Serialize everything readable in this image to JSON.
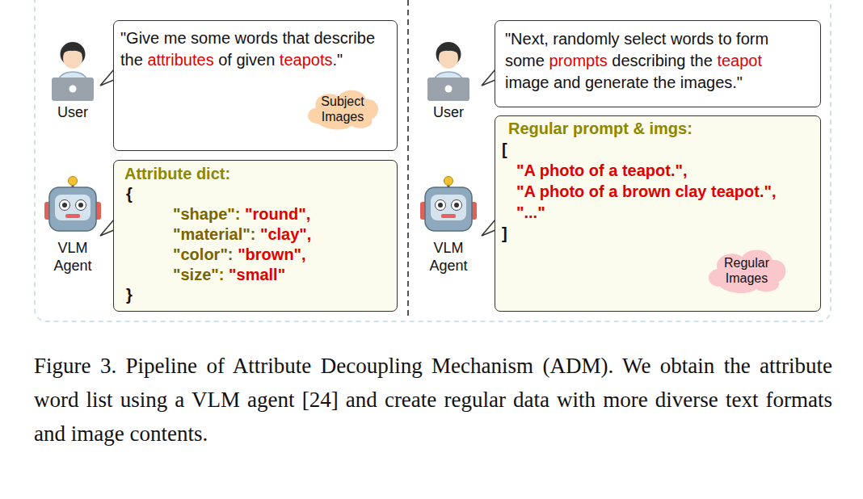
{
  "diagram": {
    "caption": "Figure 3. Pipeline of Attribute Decoupling Mechanism (ADM). We obtain the attribute word list using a VLM agent [24] and create regular data with more diverse text formats and image contents.",
    "nodes": [
      {
        "text": [
          "\"Give me some words that describe the",
          "attributes",
          "of given",
          "teapots",
          ".\""
        ]
      },
      {
        "text": [
          "Subject Images"
        ],
        "in": 0
      },
      {
        "text": [
          "Attribute dict:",
          "{",
          "\"shape\":",
          "\"round\",",
          "\"material\":",
          "\"clay\",",
          "\"color\":",
          "\"brown\",",
          "\"size\":",
          "\"small\"",
          "}"
        ]
      },
      {
        "text": [
          "\"Next, randomly select words to form some",
          "prompts",
          "describing the",
          "teapot",
          "image and generate the images.\""
        ]
      },
      {
        "text": [
          "Regular prompt & imgs:",
          "[",
          "\"A photo of a teapot.\",",
          "\"A photo of a brown clay teapot.\",",
          "\"...\"",
          "]"
        ]
      },
      {
        "text": [
          "Regular Images"
        ],
        "in": 4
      }
    ],
    "labels": [
      "User",
      "VLM Agent",
      "User",
      "VLM Agent"
    ]
  }
}
